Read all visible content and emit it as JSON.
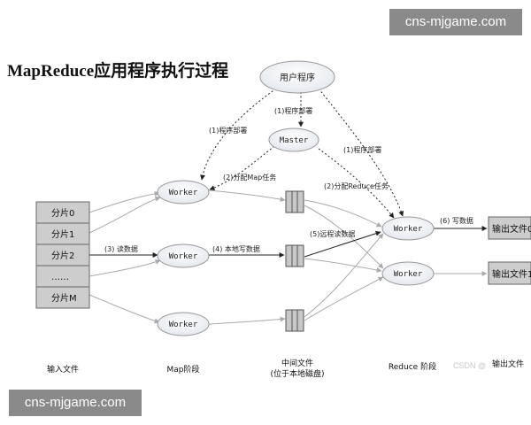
{
  "title": "MapReduce应用程序执行过程",
  "watermark": "cns-mjgame.com",
  "csdn_mark": "CSDN @",
  "nodes": {
    "user_program": "用户程序",
    "master": "Master",
    "worker": "Worker"
  },
  "input_splits": [
    "分片0",
    "分片1",
    "分片2",
    "……",
    "分片M"
  ],
  "outputs": [
    "输出文件0",
    "输出文件1"
  ],
  "edge_labels": {
    "fork_left": "(1)程序部署",
    "fork_mid": "(1)程序部署",
    "fork_right": "(1)程序部署",
    "assign_map": "(2)分配Map任务",
    "assign_reduce": "(2)分配Reduce任务",
    "read": "(3) 读数据",
    "local_write": "(4) 本地写数据",
    "remote_read": "(5)远程读数据",
    "write": "(6) 写数据"
  },
  "stages": {
    "input": "输入文件",
    "map": "Map阶段",
    "intermediate_line1": "中间文件",
    "intermediate_line2": "(位于本地磁盘)",
    "reduce": "Reduce 阶段",
    "output": "输出文件"
  }
}
